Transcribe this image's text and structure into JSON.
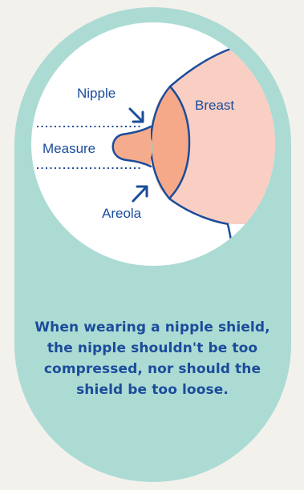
{
  "labels": {
    "nipple": "Nipple",
    "measure": "Measure",
    "breast": "Breast",
    "areola": "Areola"
  },
  "caption": "When wearing a nipple shield, the nipple shouldn't be too compressed, nor should the shield be too loose.",
  "colors": {
    "background": "#f3f1ec",
    "card": "#acdbd4",
    "circle": "#ffffff",
    "breast": "#f9cfc3",
    "areola": "#f5a989",
    "nipple": "#f5ac8c",
    "shield_rim": "#8ed4cc",
    "outline": "#1b4c9a"
  }
}
